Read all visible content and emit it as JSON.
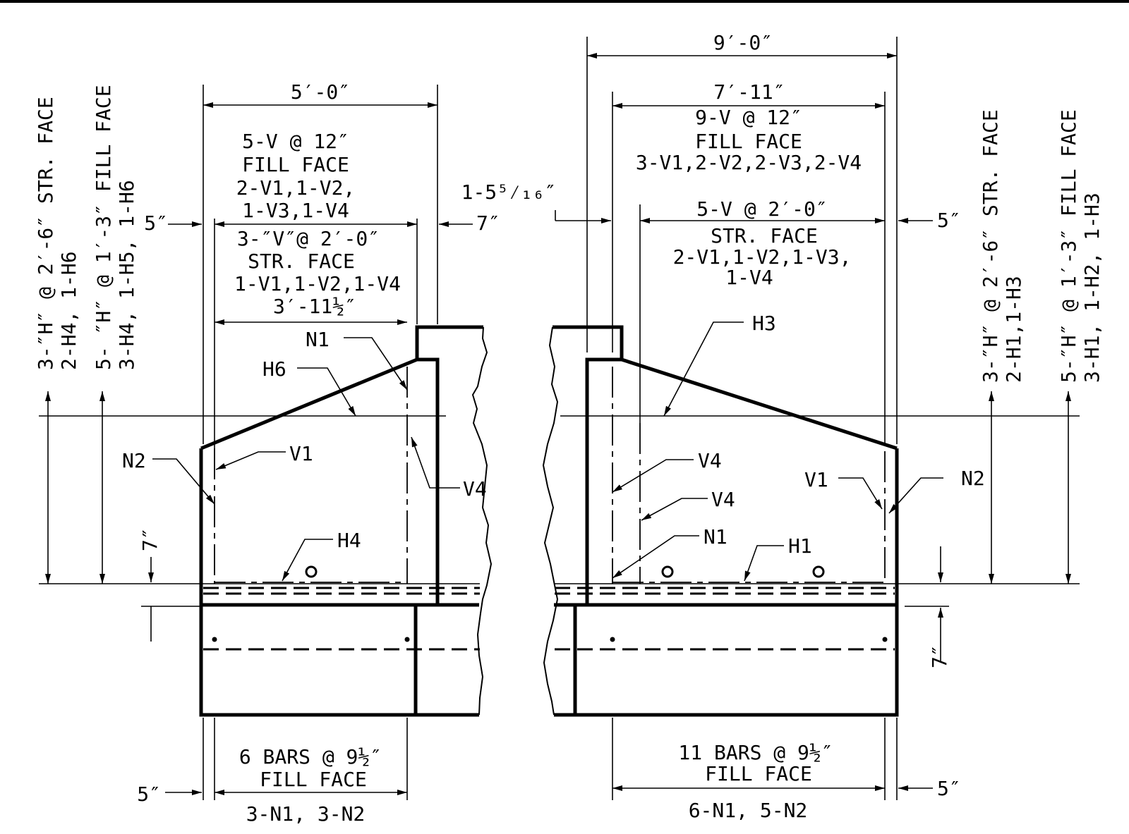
{
  "left_section": {
    "dim_5_0": "5′-0″",
    "fill_face_note": [
      "5-V @ 12″",
      "FILL FACE",
      "2-V1,1-V2,",
      "1-V3,1-V4"
    ],
    "dim_5in": "5″",
    "dim_7in": "7″",
    "str_face_note": [
      "3-″V″@ 2′-0″",
      "STR. FACE",
      "1-V1,1-V2,1-V4"
    ],
    "dim_3_11_half": "3′-11½″",
    "vertical_str_face": [
      "3-″H″ @ 2′-6″ STR. FACE",
      "2-H4, 1-H6"
    ],
    "vertical_fill_face": [
      "5- ″H″ @ 1′-3″ FILL FACE",
      "3-H4, 1-H5, 1-H6"
    ],
    "callouts": {
      "n1": "N1",
      "h6": "H6",
      "n2": "N2",
      "v1": "V1",
      "v4": "V4",
      "h4": "H4"
    },
    "dim_7in_vertical": "7″",
    "bottom_note": [
      "6 BARS @ 9½″",
      "FILL FACE"
    ],
    "bottom_dim_5in": "5″",
    "bottom_bars": "3-N1, 3-N2"
  },
  "right_section": {
    "dim_9_0": "9′-0″",
    "dim_7_11": "7′-11″",
    "fill_face_note": [
      "9-V @ 12″",
      "FILL FACE",
      "3-V1,2-V2,2-V3,2-V4"
    ],
    "dim_1_5_16": "1-5⁵⁄₁₆″",
    "dim_5_v": "5-V @ 2′-0″",
    "str_face_note": [
      "STR. FACE",
      "2-V1,1-V2,1-V3,",
      "1-V4"
    ],
    "dim_5in": "5″",
    "vertical_str_face": [
      "3-″H″ @ 2′-6″ STR. FACE",
      "2-H1,1-H3"
    ],
    "vertical_fill_face": [
      "5-″H″ @ 1′-3″ FILL FACE",
      "3-H1, 1-H2, 1-H3"
    ],
    "callouts": {
      "h3": "H3",
      "v4a": "V4",
      "v4b": "V4",
      "n1": "N1",
      "h1": "H1",
      "v1": "V1",
      "n2": "N2"
    },
    "dim_7in_vertical": "7″",
    "bottom_note": [
      "11 BARS @ 9½″",
      "FILL FACE"
    ],
    "bottom_dim_5in": "5″",
    "bottom_bars": "6-N1, 5-N2"
  }
}
